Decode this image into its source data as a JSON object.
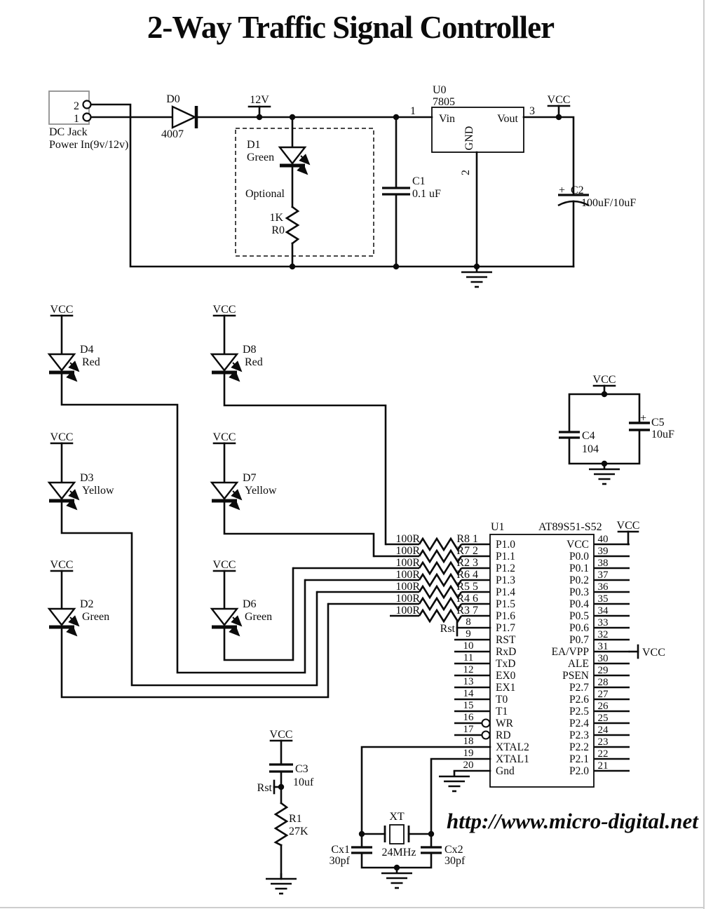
{
  "title": "2-Way Traffic Signal Controller",
  "website": "http://www.micro-digital.net",
  "labels": {
    "vcc": "VCC",
    "rail_12v": "12V",
    "rst": "Rst"
  },
  "power": {
    "jack_pin_top": "2",
    "jack_pin_bottom": "1",
    "jack_name": "DC Jack",
    "jack_desc": "Power In(9v/12v)",
    "d0_name": "D0",
    "d0_value": "4007",
    "u0_name": "U0",
    "u0_part": "7805",
    "u0_vin": "Vin",
    "u0_vout": "Vout",
    "u0_gnd": "GND",
    "u0_pin1": "1",
    "u0_pin2": "2",
    "u0_pin3": "3",
    "c1_name": "C1",
    "c1_value": "0.1 uF",
    "c2_plus": "+",
    "c2_name": "C2",
    "c2_value": "100uF/10uF",
    "opt_d1_name": "D1",
    "opt_d1_color": "Green",
    "opt_note": "Optional",
    "opt_r0_value": "1K",
    "opt_r0_name": "R0"
  },
  "leds": {
    "d4": {
      "name": "D4",
      "color": "Red"
    },
    "d3": {
      "name": "D3",
      "color": "Yellow"
    },
    "d2": {
      "name": "D2",
      "color": "Green"
    },
    "d8": {
      "name": "D8",
      "color": "Red"
    },
    "d7": {
      "name": "D7",
      "color": "Yellow"
    },
    "d6": {
      "name": "D6",
      "color": "Green"
    }
  },
  "decoupling": {
    "c4_name": "C4",
    "c4_value": "104",
    "c5_plus": "+",
    "c5_name": "C5",
    "c5_value": "10uF"
  },
  "resistors": [
    {
      "value": "100R",
      "name": "R8",
      "pin": "1"
    },
    {
      "value": "100R",
      "name": "R7",
      "pin": "2"
    },
    {
      "value": "100R",
      "name": "R2",
      "pin": "3"
    },
    {
      "value": "100R",
      "name": "R6",
      "pin": "4"
    },
    {
      "value": "100R",
      "name": "R5",
      "pin": "5"
    },
    {
      "value": "100R",
      "name": "R4",
      "pin": "6"
    },
    {
      "value": "100R",
      "name": "R3",
      "pin": "7"
    }
  ],
  "mcu": {
    "name": "U1",
    "part": "AT89S51-S52",
    "ea_vcc": "VCC",
    "vcc_flag": "VCC",
    "left_pins": [
      {
        "num": "1",
        "label": "P1.0"
      },
      {
        "num": "2",
        "label": "P1.1"
      },
      {
        "num": "3",
        "label": "P1.2"
      },
      {
        "num": "4",
        "label": "P1.3"
      },
      {
        "num": "5",
        "label": "P1.4"
      },
      {
        "num": "6",
        "label": "P1.5"
      },
      {
        "num": "7",
        "label": "P1.6"
      },
      {
        "num": "8",
        "label": "P1.7"
      },
      {
        "num": "9",
        "label": "RST"
      },
      {
        "num": "10",
        "label": "RxD"
      },
      {
        "num": "11",
        "label": "TxD"
      },
      {
        "num": "12",
        "label": "EX0"
      },
      {
        "num": "13",
        "label": "EX1"
      },
      {
        "num": "14",
        "label": "T0"
      },
      {
        "num": "15",
        "label": "T1"
      },
      {
        "num": "16",
        "label": "WR"
      },
      {
        "num": "17",
        "label": "RD"
      },
      {
        "num": "18",
        "label": "XTAL2"
      },
      {
        "num": "19",
        "label": "XTAL1"
      },
      {
        "num": "20",
        "label": "Gnd"
      }
    ],
    "right_pins": [
      {
        "num": "40",
        "label": "VCC"
      },
      {
        "num": "39",
        "label": "P0.0"
      },
      {
        "num": "38",
        "label": "P0.1"
      },
      {
        "num": "37",
        "label": "P0.2"
      },
      {
        "num": "36",
        "label": "P0.3"
      },
      {
        "num": "35",
        "label": "P0.4"
      },
      {
        "num": "34",
        "label": "P0.5"
      },
      {
        "num": "33",
        "label": "P0.6"
      },
      {
        "num": "32",
        "label": "P0.7"
      },
      {
        "num": "31",
        "label": "EA/VPP"
      },
      {
        "num": "30",
        "label": "ALE"
      },
      {
        "num": "29",
        "label": "PSEN"
      },
      {
        "num": "28",
        "label": "P2.7"
      },
      {
        "num": "27",
        "label": "P2.6"
      },
      {
        "num": "26",
        "label": "P2.5"
      },
      {
        "num": "25",
        "label": "P2.4"
      },
      {
        "num": "24",
        "label": "P2.3"
      },
      {
        "num": "23",
        "label": "P2.2"
      },
      {
        "num": "22",
        "label": "P2.1"
      },
      {
        "num": "21",
        "label": "P2.0"
      }
    ]
  },
  "reset": {
    "c3_name": "C3",
    "c3_value": "10uf",
    "r1_name": "R1",
    "r1_value": "27K"
  },
  "crystal": {
    "name": "XT",
    "freq": "24MHz",
    "cx1_name": "Cx1",
    "cx1_value": "30pf",
    "cx2_name": "Cx2",
    "cx2_value": "30pf"
  }
}
